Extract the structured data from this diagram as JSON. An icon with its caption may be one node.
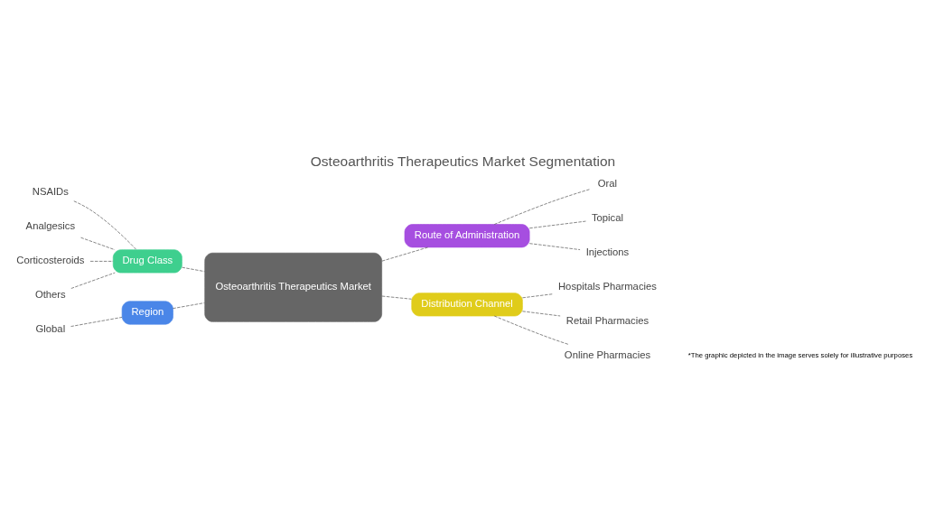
{
  "diagram": {
    "title": "Osteoarthritis Therapeutics Market Segmentation",
    "nodes": [
      {
        "text": [
          "Osteoarthritis Therapeutics Market"
        ]
      },
      {
        "text": [
          "Drug Class"
        ]
      },
      {
        "text": [
          "NSAIDs"
        ]
      },
      {
        "text": [
          "Analgesics"
        ]
      },
      {
        "text": [
          "Corticosteroids"
        ]
      },
      {
        "text": [
          "Others"
        ]
      },
      {
        "text": [
          "Region"
        ]
      },
      {
        "text": [
          "Global"
        ]
      },
      {
        "text": [
          "Route of Administration"
        ]
      },
      {
        "text": [
          "Oral"
        ]
      },
      {
        "text": [
          "Topical"
        ]
      },
      {
        "text": [
          "Injections"
        ]
      },
      {
        "text": [
          "Distribution Channel"
        ]
      },
      {
        "text": [
          "Hospitals Pharmacies"
        ]
      },
      {
        "text": [
          "Retail Pharmacies"
        ]
      },
      {
        "text": [
          "Online Pharmacies"
        ]
      }
    ],
    "edges": [
      {
        "from": 1,
        "to": 0,
        "arrow": "none",
        "style": "dashed"
      },
      {
        "from": 2,
        "to": 1,
        "arrow": "none",
        "style": "dashed"
      },
      {
        "from": 3,
        "to": 1,
        "arrow": "none",
        "style": "dashed"
      },
      {
        "from": 4,
        "to": 1,
        "arrow": "none",
        "style": "dashed"
      },
      {
        "from": 5,
        "to": 1,
        "arrow": "none",
        "style": "dashed"
      },
      {
        "from": 6,
        "to": 0,
        "arrow": "none",
        "style": "dashed"
      },
      {
        "from": 7,
        "to": 6,
        "arrow": "none",
        "style": "dashed"
      },
      {
        "from": 0,
        "to": 8,
        "arrow": "none",
        "style": "dashed"
      },
      {
        "from": 8,
        "to": 9,
        "arrow": "none",
        "style": "dashed"
      },
      {
        "from": 8,
        "to": 10,
        "arrow": "none",
        "style": "dashed"
      },
      {
        "from": 8,
        "to": 11,
        "arrow": "none",
        "style": "dashed"
      },
      {
        "from": 0,
        "to": 12,
        "arrow": "none",
        "style": "dashed"
      },
      {
        "from": 12,
        "to": 13,
        "arrow": "none",
        "style": "dashed"
      },
      {
        "from": 12,
        "to": 14,
        "arrow": "none",
        "style": "dashed"
      },
      {
        "from": 12,
        "to": 15,
        "arrow": "none",
        "style": "dashed"
      }
    ],
    "labels": [
      "*The graphic depicted in the image serves solely for illustrative purposes"
    ]
  }
}
